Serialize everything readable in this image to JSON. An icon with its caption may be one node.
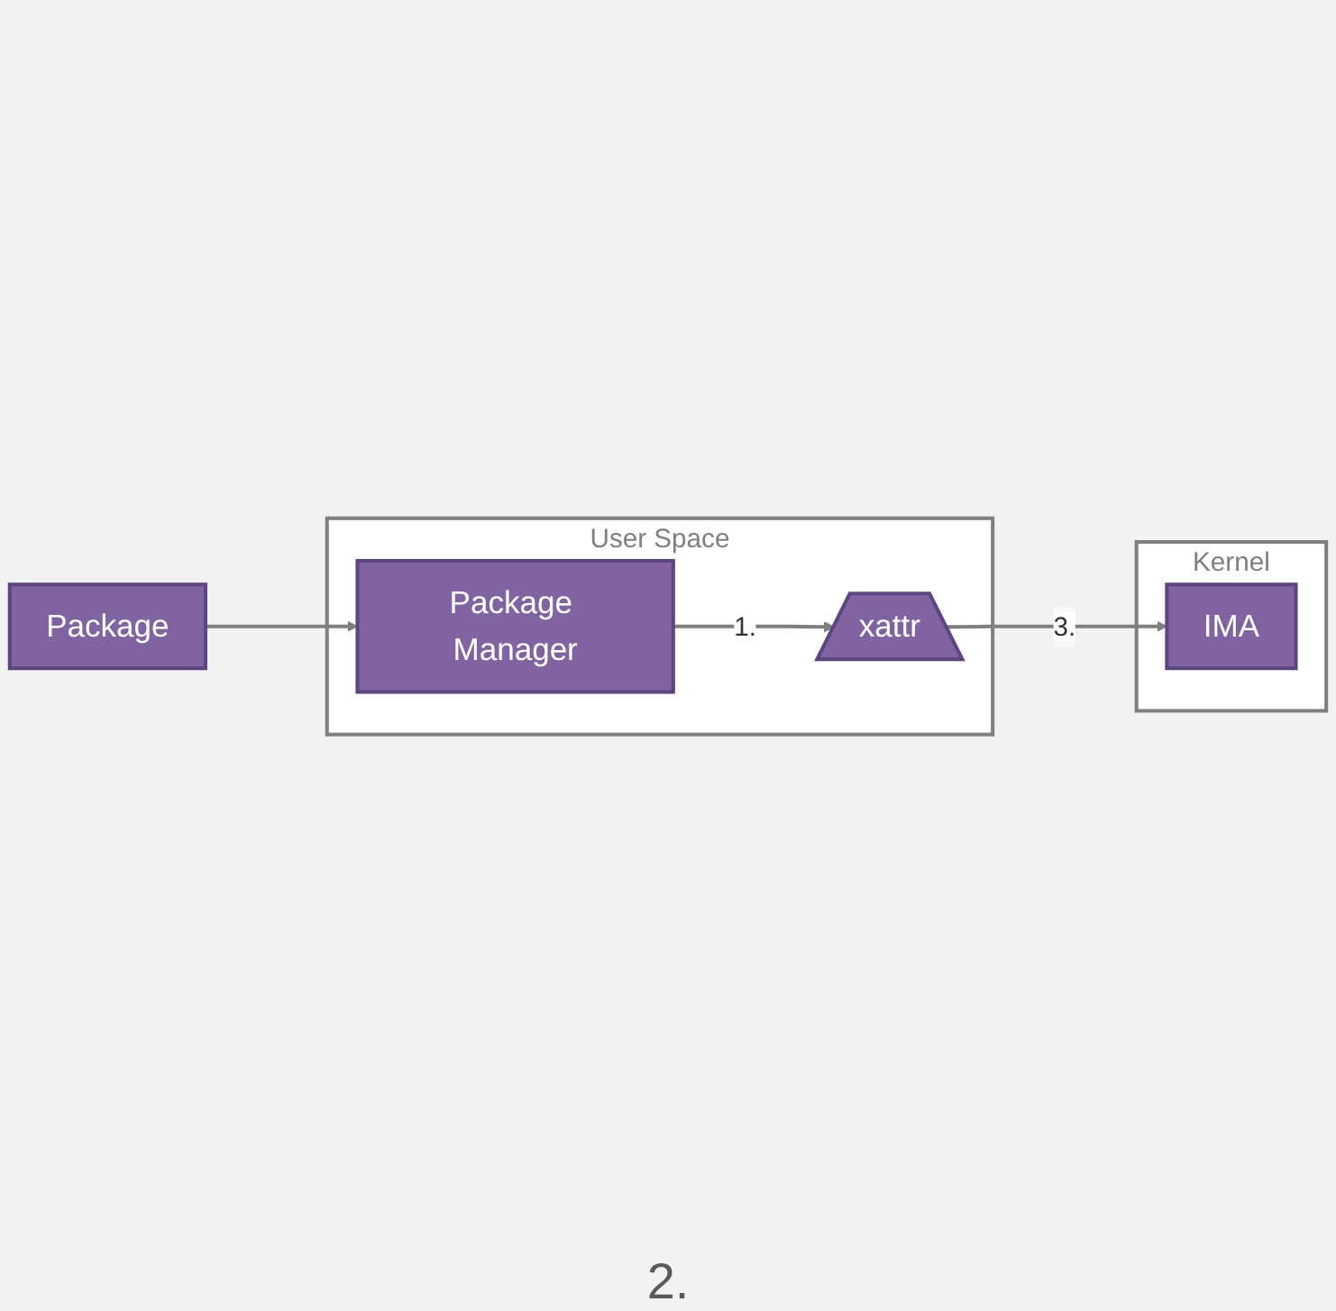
{
  "diagram": {
    "nodes": [
      {
        "text": [
          "Package"
        ]
      },
      {
        "text": [
          "User Space"
        ]
      },
      {
        "text": [
          "xattr"
        ],
        "in": 1
      },
      {
        "text": [
          "Package Manager"
        ],
        "in": 1
      },
      {
        "text": [
          "Kernel"
        ]
      },
      {
        "text": [
          "IMA"
        ],
        "in": 4
      }
    ],
    "edges": [
      {
        "from": 0,
        "to": 3,
        "arrow": "to"
      },
      {
        "from": 3,
        "to": 2,
        "label": "1.",
        "arrow": "to"
      },
      {
        "from": 2,
        "to": 5,
        "label": "3.",
        "arrow": "to"
      }
    ],
    "labels": [
      "2."
    ]
  }
}
